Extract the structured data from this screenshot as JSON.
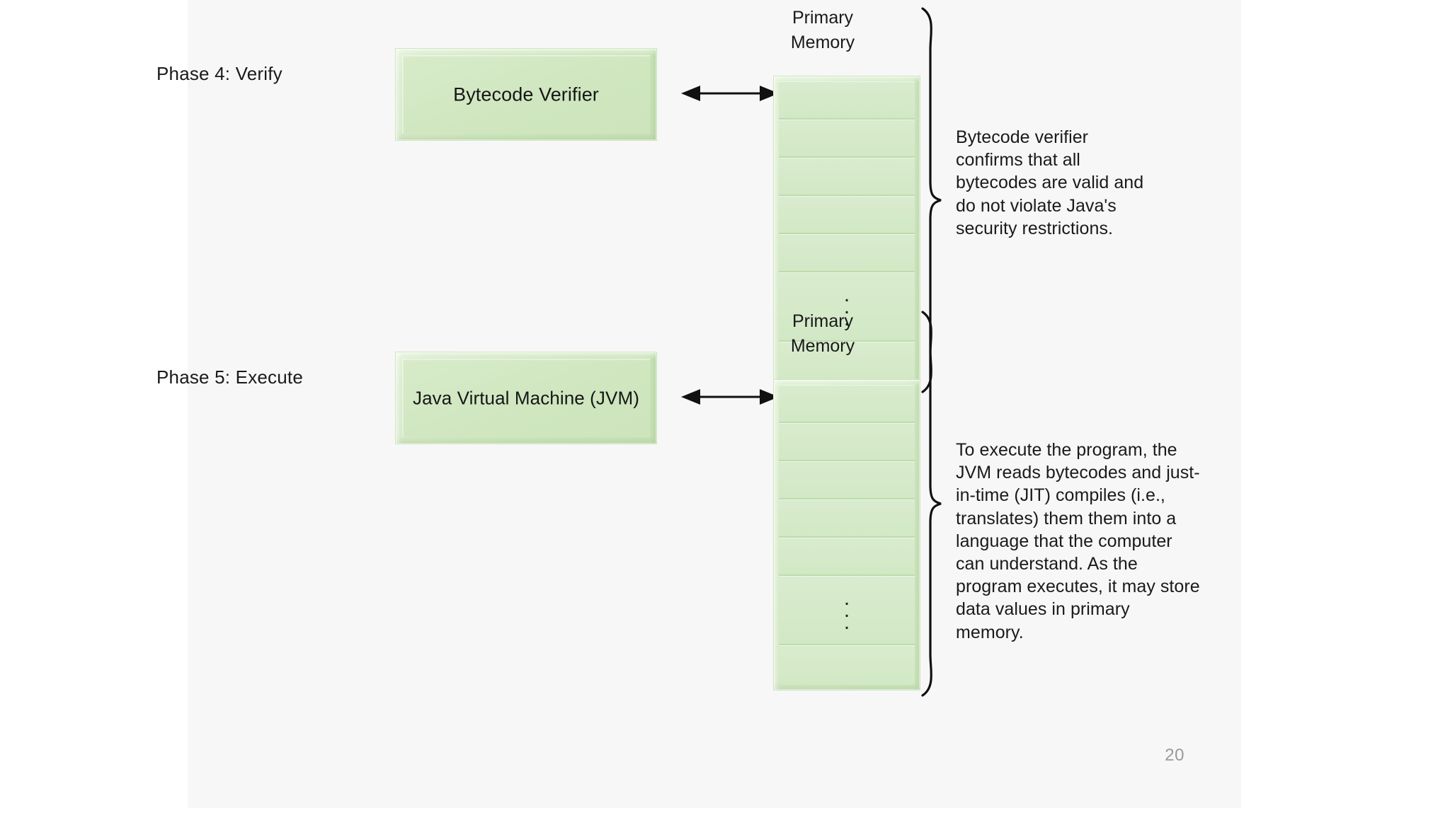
{
  "slide": {
    "page_number": "20",
    "background_color": "#f7f7f7",
    "accent_color": "#d3e8c4"
  },
  "phases": [
    {
      "id": "phase-4",
      "label": "Phase 4: Verify",
      "box_label": "Bytecode Verifier",
      "memory_title_line1": "Primary",
      "memory_title_line2": "Memory",
      "arrow": "double-headed-arrow",
      "ellipsis": "⋮",
      "description": "Bytecode verifier\nconfirms that all\nbytecodes are valid and\ndo not violate Java's\nsecurity restrictions."
    },
    {
      "id": "phase-5",
      "label": "Phase 5: Execute",
      "box_label": "Java Virtual Machine (JVM)",
      "memory_title_line1": "Primary",
      "memory_title_line2": "Memory",
      "arrow": "double-headed-arrow",
      "ellipsis": "⋮",
      "description": "To execute the program, the\nJVM reads bytecodes and just-\nin-time (JIT) compiles (i.e.,\ntranslates) them them into a\nlanguage that the computer\ncan understand. As the\nprogram executes, it may store\ndata values in primary\nmemory."
    }
  ]
}
